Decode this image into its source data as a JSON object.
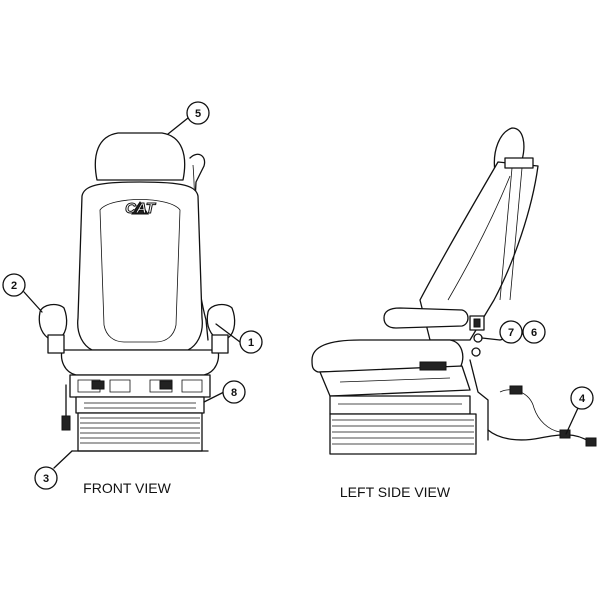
{
  "logo_text": "CAT",
  "views": {
    "front": "FRONT VIEW",
    "side": "LEFT SIDE VIEW"
  },
  "callouts": [
    "1",
    "2",
    "3",
    "4",
    "5",
    "6",
    "7",
    "8"
  ]
}
